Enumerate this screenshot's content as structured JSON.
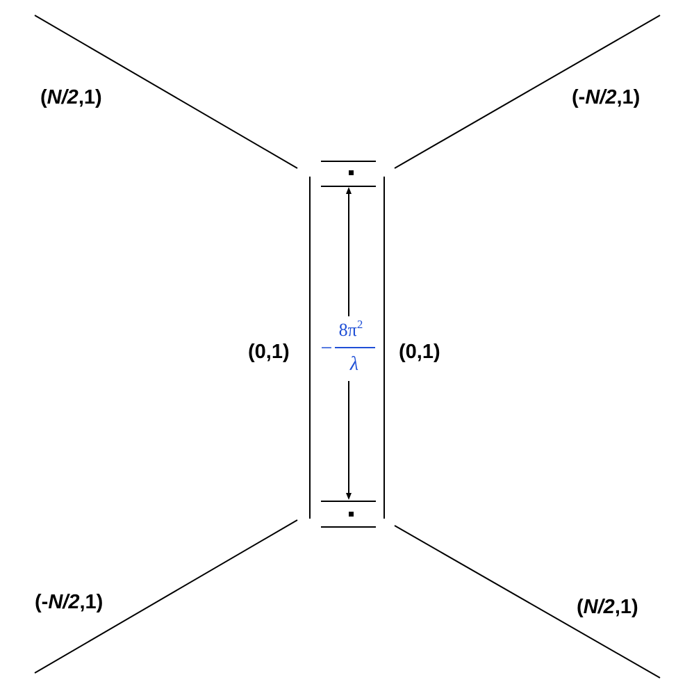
{
  "labels": {
    "top_left": {
      "pre": "(",
      "italic": "N/2",
      "post": ",1)"
    },
    "top_right": {
      "pre": "(-",
      "italic": "N/2",
      "post": ",1)"
    },
    "bottom_left": {
      "pre": "(-",
      "italic": "N/2",
      "post": ",1)"
    },
    "bottom_right": {
      "pre": "(",
      "italic": "N/2",
      "post": ",1)"
    },
    "middle_left": "(0,1)",
    "middle_right": "(0,1)"
  },
  "length_label": {
    "sign": "−",
    "numerator": "8π",
    "exponent": "2",
    "denominator": "λ",
    "color": "#1f4fd6"
  },
  "dot_marker": "▪"
}
